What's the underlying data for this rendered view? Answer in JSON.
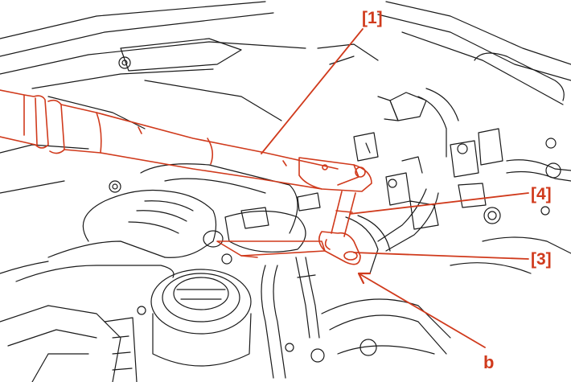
{
  "colors": {
    "line": "#1a1a1a",
    "highlight": "#d03a1c",
    "callout_text": "#d03a1c",
    "background": "#ffffff"
  },
  "callouts": [
    {
      "id": "1",
      "label": "[1]"
    },
    {
      "id": "4",
      "label": "[4]"
    },
    {
      "id": "3",
      "label": "[3]"
    },
    {
      "id": "b",
      "label": "b"
    }
  ]
}
